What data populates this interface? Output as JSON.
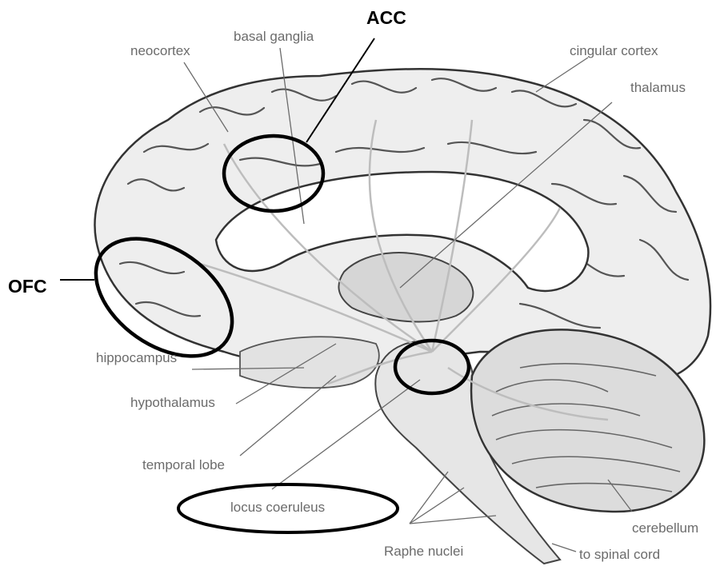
{
  "labels": {
    "neocortex": "neocortex",
    "basal_ganglia": "basal ganglia",
    "cingular_cortex": "cingular cortex",
    "thalamus": "thalamus",
    "hippocampus": "hippocampus",
    "hypothalamus": "hypothalamus",
    "temporal_lobe": "temporal lobe",
    "locus_coeruleus": "locus coeruleus",
    "raphe_nuclei": "Raphe nuclei",
    "cerebellum": "cerebellum",
    "to_spinal_cord": "to spinal cord"
  },
  "annotations": {
    "acc": "ACC",
    "ofc": "OFC"
  },
  "colors": {
    "label_text": "#6b6b6b",
    "annotation_text": "#000000",
    "annotation_stroke": "#000000",
    "brain_fill": "#eeeeee",
    "brain_outline": "#333333",
    "pathway": "#bdbdbd"
  }
}
